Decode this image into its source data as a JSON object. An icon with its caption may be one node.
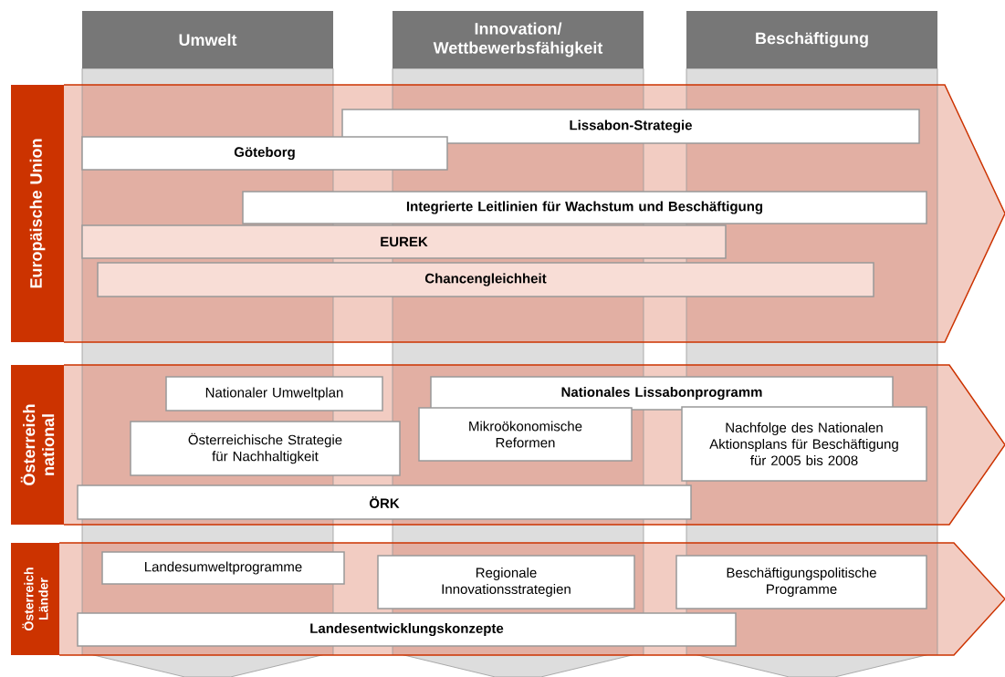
{
  "diagram": {
    "nodes": [
      {
        "text": [
          "Umwelt"
        ]
      },
      {
        "text": [
          "Innovation/ Wettbewerbsfähigkeit"
        ]
      },
      {
        "text": [
          "Beschäftigung"
        ]
      },
      {
        "text": [
          "Europäische Union"
        ]
      },
      {
        "text": [
          "Lissabon-Strategie"
        ],
        "in": 3
      },
      {
        "text": [
          "Göteborg"
        ],
        "in": 3
      },
      {
        "text": [
          "Integrierte Leitlinien für Wachstum und Beschäftigung"
        ],
        "in": 3
      },
      {
        "text": [
          "EUREK"
        ],
        "in": 3
      },
      {
        "text": [
          "Chancengleichheit"
        ],
        "in": 3
      },
      {
        "text": [
          "Österreich national"
        ]
      },
      {
        "text": [
          "Nationaler Umweltplan"
        ],
        "in": 9
      },
      {
        "text": [
          "Nationales Lissabonprogramm"
        ],
        "in": 9
      },
      {
        "text": [
          "Österreichische Strategie für Nachhaltigkeit"
        ],
        "in": 9
      },
      {
        "text": [
          "Mikroökonomische Reformen"
        ]
      },
      {
        "text": [
          "Nachfolge des Nationalen Aktionsplans für Beschäftigung für 2005 bis 2008"
        ]
      },
      {
        "text": [
          "ÖRK"
        ],
        "in": 9
      },
      {
        "text": [
          "Österreich Länder"
        ]
      },
      {
        "text": [
          "Landesumweltprogramme"
        ]
      },
      {
        "text": [
          "Regionale Innovationsstrategien"
        ]
      },
      {
        "text": [
          "Beschäftigungspolitische Programme"
        ]
      },
      {
        "text": [
          "Landesentwicklungskonzepte"
        ],
        "in": 16
      }
    ]
  }
}
